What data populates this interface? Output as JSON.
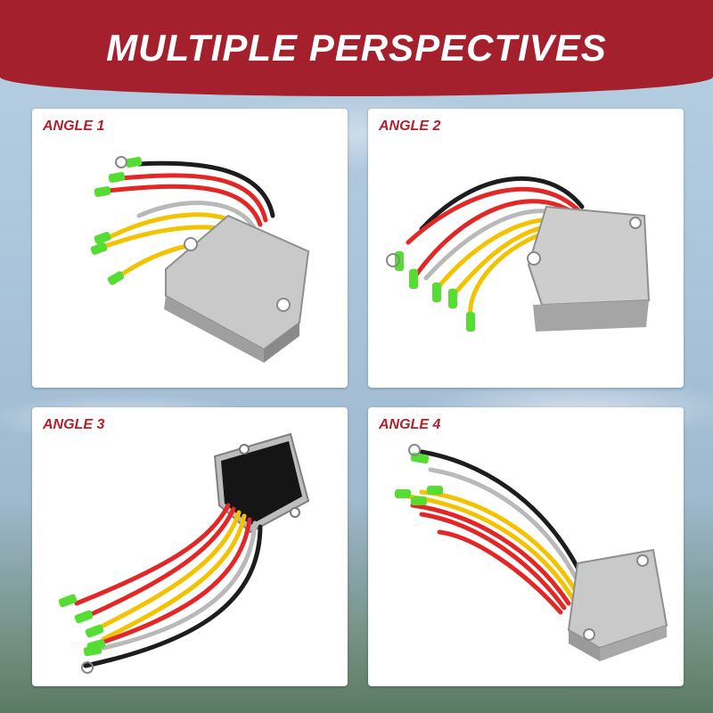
{
  "banner": {
    "title": "MULTIPLE PERSPECTIVES"
  },
  "panels": [
    {
      "label": "ANGLE 1"
    },
    {
      "label": "ANGLE 2"
    },
    {
      "label": "ANGLE 3"
    },
    {
      "label": "ANGLE 4"
    }
  ],
  "colors": {
    "banner_red": "#a3202c",
    "label_red": "#b3202c",
    "wire_red": "#e32626",
    "wire_yellow": "#f2c300",
    "wire_gray": "#b9b9b9",
    "wire_black": "#1d1d1d",
    "connector_green": "#55dd33",
    "housing_silver": "#c9c9c9"
  },
  "icons": [
    "voltage-regulator-rectifier-image"
  ]
}
